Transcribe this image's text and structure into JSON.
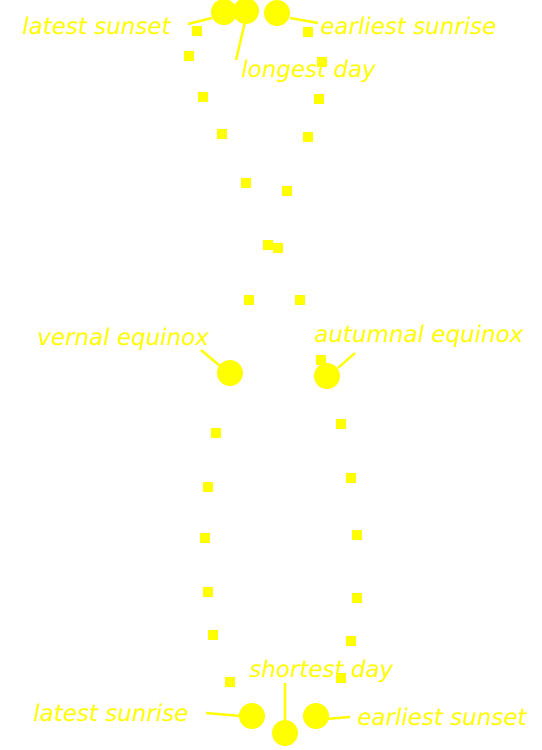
{
  "colors": {
    "accent": "#ffff00",
    "background": "#ffffff"
  },
  "labels": {
    "latest_sunset": "latest sunset",
    "earliest_sunrise": "earliest sunrise",
    "longest_day": "longest day",
    "vernal_equinox": "vernal equinox",
    "autumnal_equinox": "autumnal equinox",
    "shortest_day": "shortest day",
    "latest_sunrise": "latest sunrise",
    "earliest_sunset": "earliest sunset"
  }
}
